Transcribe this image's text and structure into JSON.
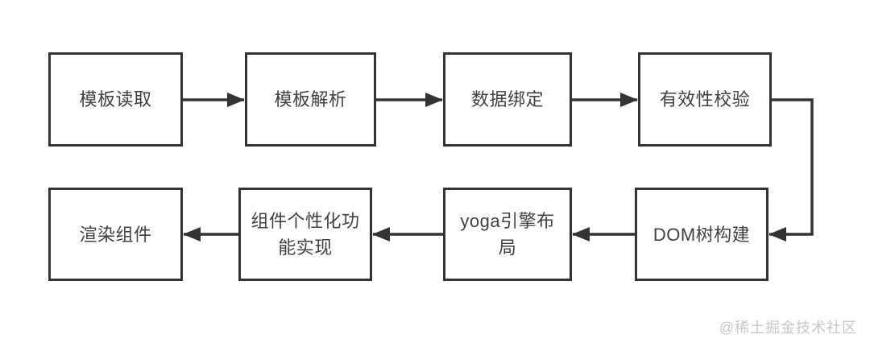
{
  "diagram": {
    "type": "flowchart",
    "nodes": [
      {
        "id": "template-read",
        "label": "模板读取"
      },
      {
        "id": "template-parse",
        "label": "模板解析"
      },
      {
        "id": "data-bind",
        "label": "数据绑定"
      },
      {
        "id": "validity-check",
        "label": "有效性校验"
      },
      {
        "id": "dom-tree-build",
        "label": "DOM树构建"
      },
      {
        "id": "yoga-layout",
        "label": "yoga引擎布局"
      },
      {
        "id": "component-custom",
        "label": "组件个性化功能实现"
      },
      {
        "id": "render-component",
        "label": "渲染组件"
      }
    ],
    "edges": [
      {
        "from": "template-read",
        "to": "template-parse"
      },
      {
        "from": "template-parse",
        "to": "data-bind"
      },
      {
        "from": "data-bind",
        "to": "validity-check"
      },
      {
        "from": "validity-check",
        "to": "dom-tree-build"
      },
      {
        "from": "dom-tree-build",
        "to": "yoga-layout"
      },
      {
        "from": "yoga-layout",
        "to": "component-custom"
      },
      {
        "from": "component-custom",
        "to": "render-component"
      }
    ],
    "colors": {
      "node_border": "#333333",
      "node_fill": "#ffffff",
      "text": "#404040",
      "arrow": "#333333"
    }
  },
  "watermark": {
    "text": "@稀土掘金技术社区",
    "color": "#c6c6c6"
  }
}
